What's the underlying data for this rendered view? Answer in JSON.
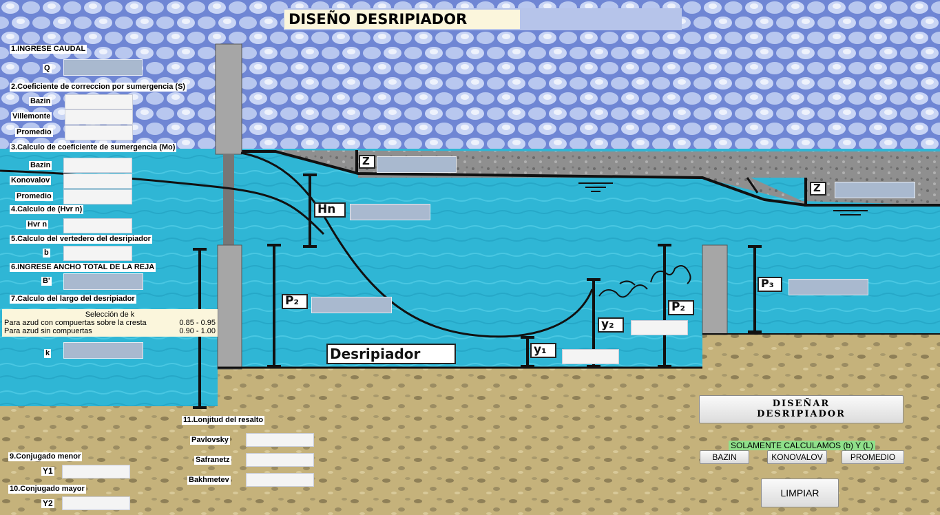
{
  "title": "DISEÑO DESRIPIADOR",
  "sections": {
    "s1": "1.INGRESE CAUDAL",
    "s2": "2.Coeficiente de correccion por sumergencia (S)",
    "s3": "3.Calculo de coeficiente de sumergencia (Mo)",
    "s4": "4.Calculo de (Hvr n)",
    "s5": "5.Calculo del vertedero del desripiador",
    "s6": "6.INGRESE ANCHO TOTAL DE LA REJA",
    "s7": "7.Calculo del largo del desripiador",
    "s9": "9.Conjugado menor",
    "s10": "10.Conjugado mayor",
    "s11": "11.Lonjitud del resalto"
  },
  "fields": {
    "q": "Q",
    "bazin_s": "Bazin",
    "villemonte": "Villemonte",
    "promedio_s": "Promedio",
    "bazin_mo": "Bazin",
    "konovalov": "Konovalov",
    "promedio_mo": "Promedio",
    "hvrn": "Hvr n",
    "b": "b",
    "b_prime": "B'",
    "k": "k",
    "y1": "Y1",
    "y2": "Y2",
    "pavlovsky": "Pavlovsky",
    "safranetz": "Safranetz",
    "bakhmetev": "Bakhmetev"
  },
  "k_selection": {
    "title": "Selección de k",
    "row1_label": "Para azud con compuertas sobre la cresta",
    "row1_value": "0.85 - 0.95",
    "row2_label": "Para azud sin compuertas",
    "row2_value": "0.90 - 1.00"
  },
  "diagram": {
    "z": "Z",
    "hn": "Hn",
    "p2": "P₂",
    "p3": "P₃",
    "y1": "y₁",
    "y2": "y₂",
    "desripiador": "Desripiador"
  },
  "buttons": {
    "design": "DISEÑAR DESRIPIADOR",
    "bazin": "BAZIN",
    "konovalov": "KONOVALOV",
    "promedio": "PROMEDIO",
    "limpiar": "LIMPIAR"
  },
  "note": "SOLAMENTE CALCULAMOS (b) Y (L)",
  "colors": {
    "water": "#2fb8d6",
    "sky": "#5a74c8",
    "ground": "#c2b07a",
    "concrete": "#9a9a9a",
    "note_bg": "#8fe08a",
    "input_blue": "#a9b9cf"
  }
}
